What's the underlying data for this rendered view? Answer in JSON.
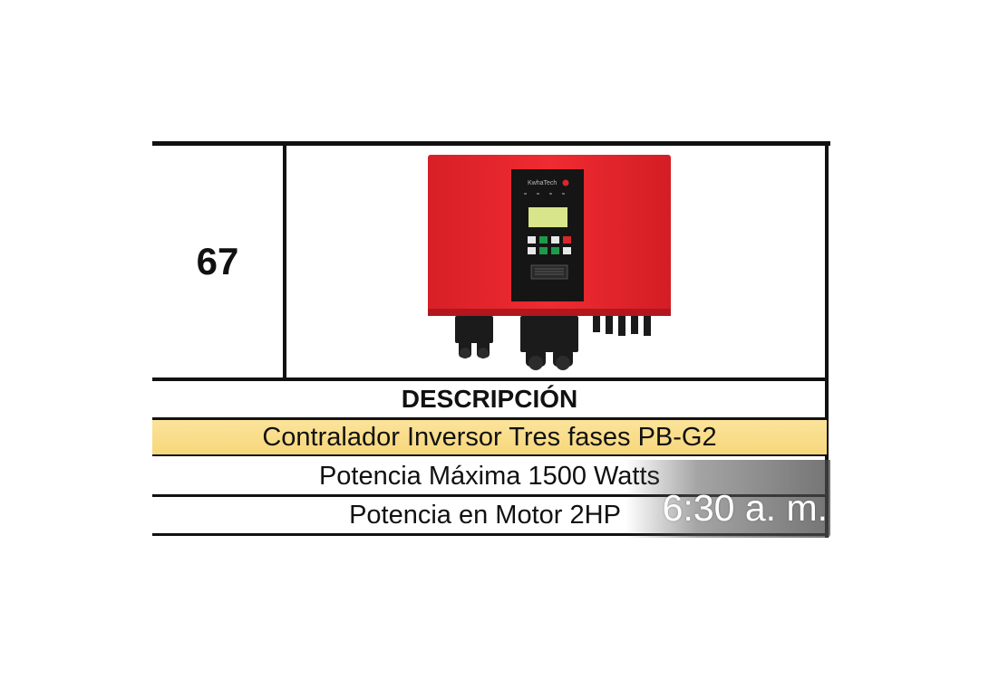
{
  "item_number": "67",
  "table": {
    "header": "DESCRIPCIÓN",
    "rows": [
      "Contralador Inversor Tres fases PB-G2",
      "Potencia Máxima 1500 Watts",
      "Potencia en Motor 2HP"
    ]
  },
  "status_time": "6:30 a. m.",
  "colors": {
    "device_body": "#e8252c",
    "highlight_row": "#f8dc84",
    "lcd": "#d9e58a"
  }
}
